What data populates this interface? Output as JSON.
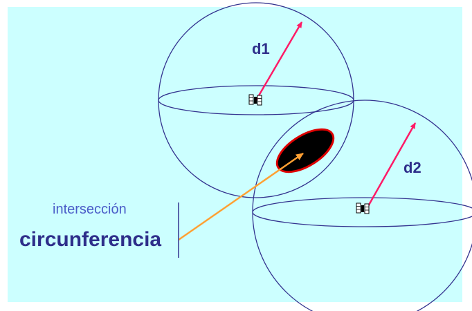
{
  "labels": {
    "d1": "d1",
    "d2": "d2",
    "interseccion": "intersección",
    "circunferencia": "circunferencia"
  },
  "colors": {
    "background": "#ccffff",
    "sphere_outline": "#33338f",
    "radius_arrow": "#ff1a66",
    "pointer_arrow": "#ffa033",
    "intersection_fill": "#000000",
    "intersection_outline": "#dd0000",
    "label_text": "#2e2e8a",
    "interseccion_text": "#4a5cc8"
  },
  "icons": {
    "satellite_1": "satellite-icon",
    "satellite_2": "satellite-icon"
  }
}
